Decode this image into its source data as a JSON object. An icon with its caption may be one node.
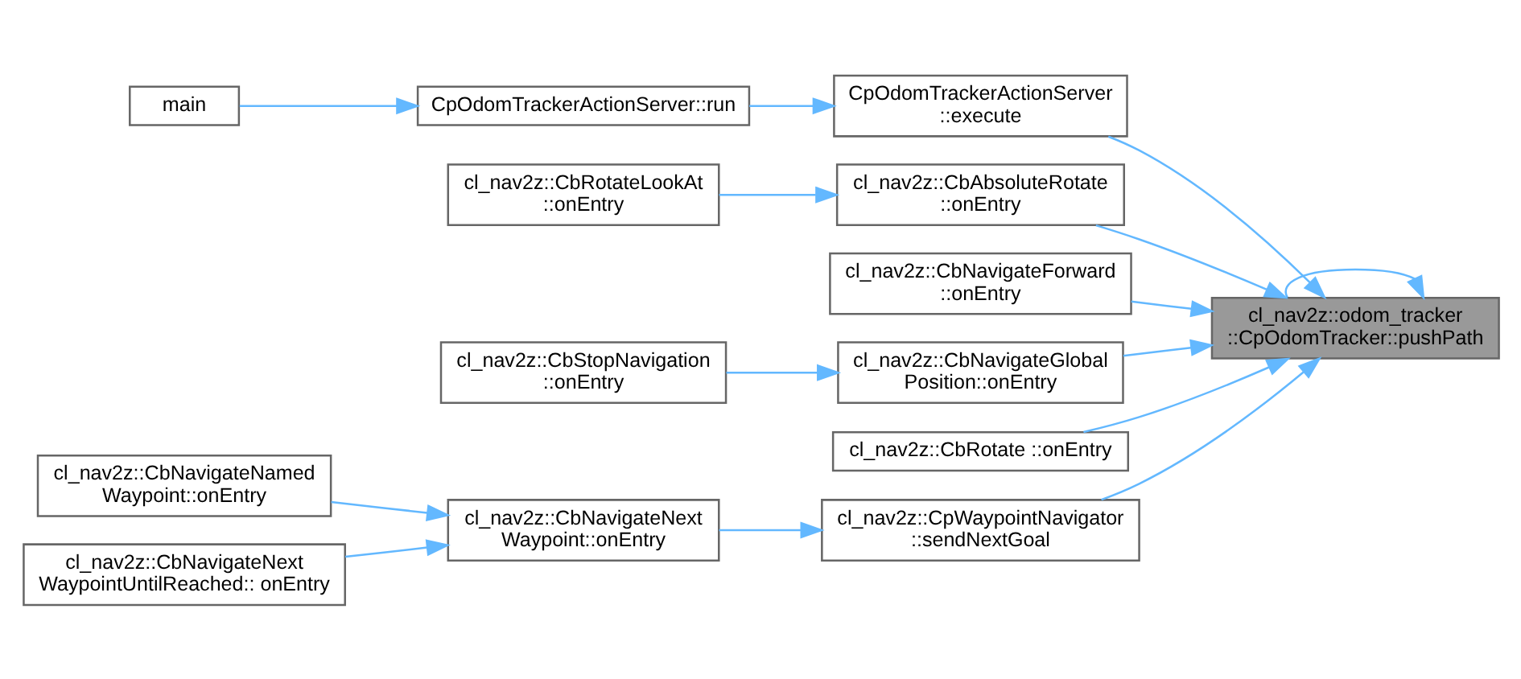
{
  "diagram": {
    "nodes": [
      {
        "text": [
          "main"
        ]
      },
      {
        "text": [
          "CpOdomTrackerActionServer::run"
        ]
      },
      {
        "text": [
          "CpOdomTrackerActionServer ::execute"
        ]
      },
      {
        "text": [
          "cl_nav2z::CbRotateLookAt ::onEntry"
        ]
      },
      {
        "text": [
          "cl_nav2z::CbAbsoluteRotate ::onEntry"
        ]
      },
      {
        "text": [
          "cl_nav2z::CbNavigateForward ::onEntry"
        ]
      },
      {
        "text": [
          "cl_nav2z::CbStopNavigation ::onEntry"
        ]
      },
      {
        "text": [
          "cl_nav2z::CbNavigateGlobal Position::onEntry"
        ]
      },
      {
        "text": [
          "cl_nav2z::CbRotate ::onEntry"
        ]
      },
      {
        "text": [
          "cl_nav2z::CbNavigateNamed Waypoint::onEntry"
        ]
      },
      {
        "text": [
          "cl_nav2z::CbNavigateNext WaypointUntilReached:: onEntry"
        ]
      },
      {
        "text": [
          "cl_nav2z::CbNavigateNext Waypoint::onEntry"
        ]
      },
      {
        "text": [
          "cl_nav2z::CpWaypointNavigator ::sendNextGoal"
        ]
      },
      {
        "text": [
          "cl_nav2z::odom_tracker ::CpOdomTracker::pushPath"
        ]
      }
    ],
    "edges": [
      {
        "from": 0,
        "to": 1,
        "arrow": "to"
      },
      {
        "from": 1,
        "to": 2,
        "arrow": "to"
      },
      {
        "from": 2,
        "to": 13,
        "arrow": "to"
      },
      {
        "from": 3,
        "to": 4,
        "arrow": "to"
      },
      {
        "from": 4,
        "to": 13,
        "arrow": "to"
      },
      {
        "from": 5,
        "to": 13,
        "arrow": "to"
      },
      {
        "from": 6,
        "to": 7,
        "arrow": "to"
      },
      {
        "from": 7,
        "to": 13,
        "arrow": "to"
      },
      {
        "from": 8,
        "to": 13,
        "arrow": "to"
      },
      {
        "from": 9,
        "to": 11,
        "arrow": "to"
      },
      {
        "from": 10,
        "to": 11,
        "arrow": "to"
      },
      {
        "from": 11,
        "to": 12,
        "arrow": "to"
      },
      {
        "from": 12,
        "to": 13,
        "arrow": "to"
      },
      {
        "from": 13,
        "to": 13,
        "arrow": "to"
      }
    ]
  }
}
